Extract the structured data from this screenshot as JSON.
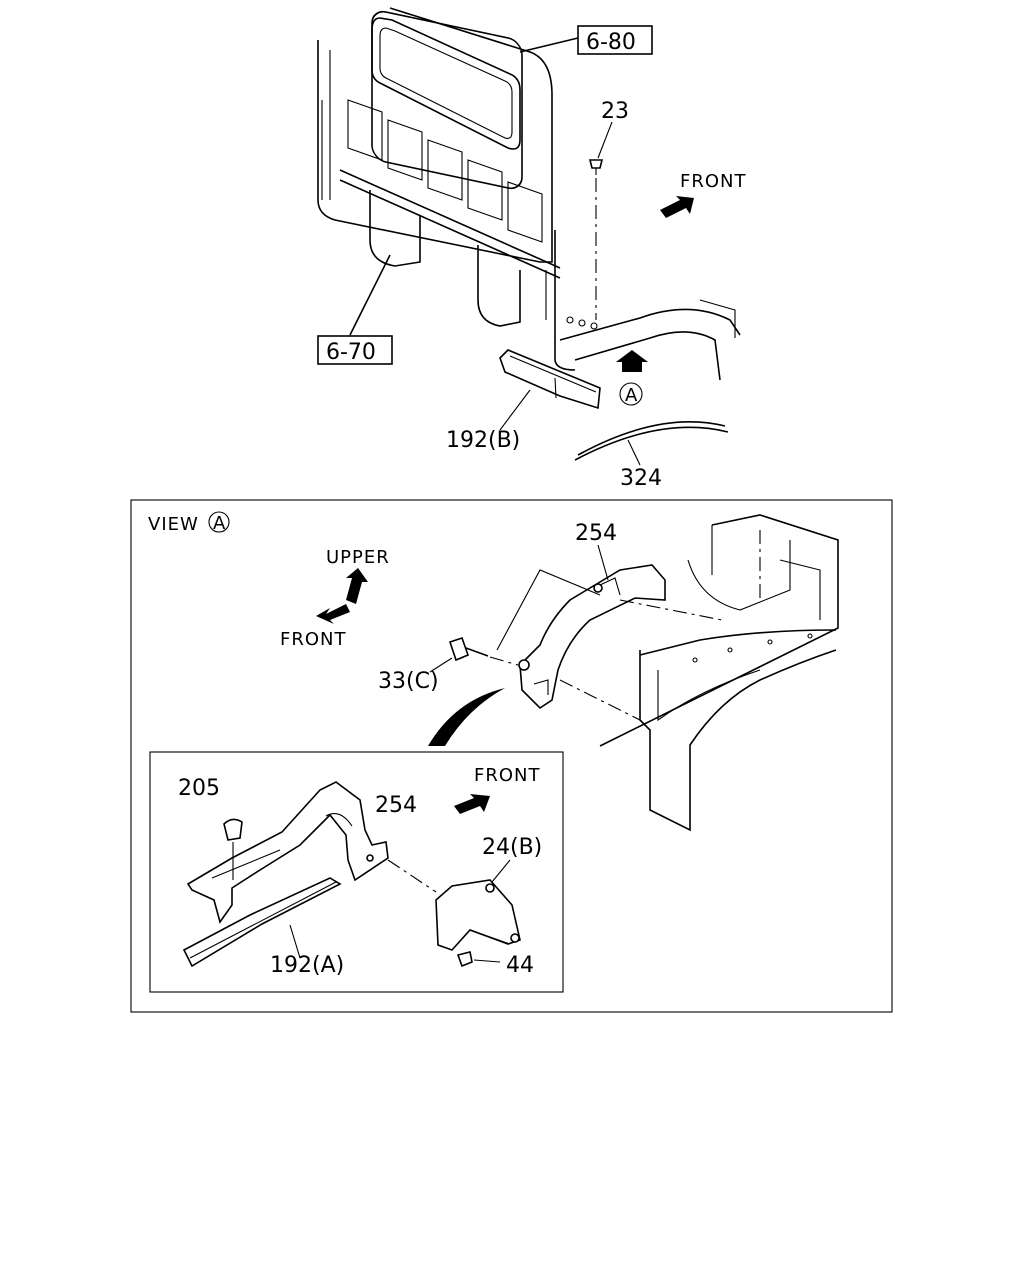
{
  "callouts": {
    "ref_6_80": "6-80",
    "ref_6_70": "6-70",
    "part_23": "23",
    "part_192b": "192(B)",
    "part_324": "324",
    "view_marker": "A"
  },
  "directions": {
    "front_top": "FRONT",
    "upper": "UPPER",
    "front_view": "FRONT",
    "front_inset": "FRONT"
  },
  "view_a": {
    "title": "VIEW",
    "marker": "A",
    "part_254": "254",
    "part_33c": "33(C)"
  },
  "inset": {
    "part_205": "205",
    "part_254": "254",
    "part_24b": "24(B)",
    "part_192a": "192(A)",
    "part_44": "44"
  }
}
